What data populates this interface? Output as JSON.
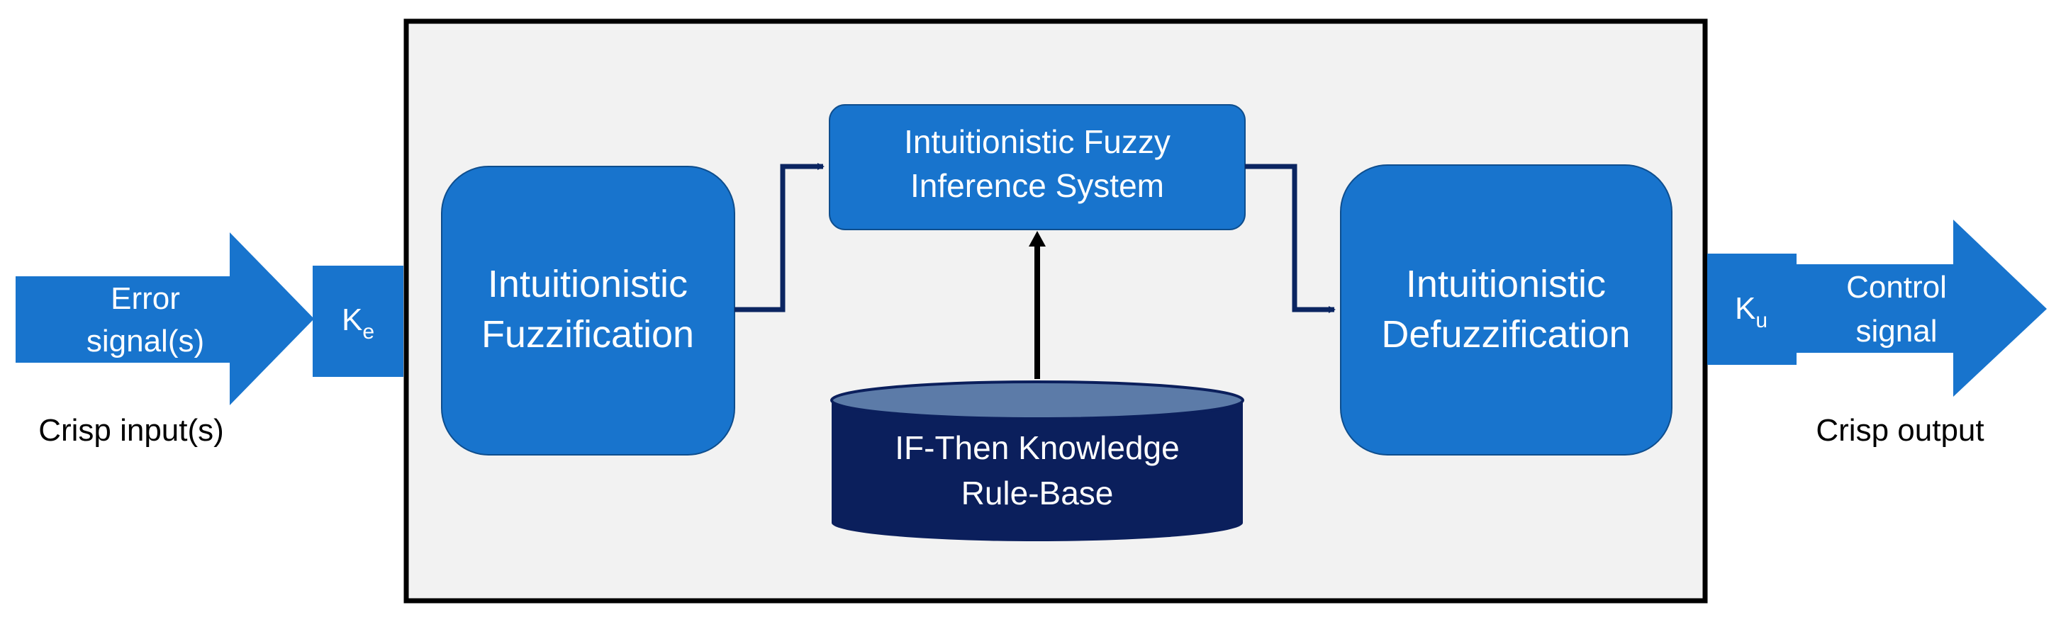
{
  "input": {
    "arrow_line1": "Error",
    "arrow_line2": "signal(s)",
    "caption": "Crisp input(s)",
    "gain_main": "K",
    "gain_sub": "e"
  },
  "output": {
    "arrow_line1": "Control",
    "arrow_line2": "signal",
    "caption": "Crisp output",
    "gain_main": "K",
    "gain_sub": "u"
  },
  "blocks": {
    "fuzzification_line1": "Intuitionistic",
    "fuzzification_line2": "Fuzzification",
    "inference_line1": "Intuitionistic Fuzzy",
    "inference_line2": "Inference System",
    "defuzzification_line1": "Intuitionistic",
    "defuzzification_line2": "Defuzzification",
    "rulebase_line1": "IF-Then Knowledge",
    "rulebase_line2": "Rule-Base"
  },
  "colors": {
    "block_blue": "#1874CD",
    "block_border": "#0E4E8E",
    "database_navy": "#0B1F5C",
    "database_top": "#5C7BA8",
    "connector_navy": "#0B2561",
    "frame_fill": "#F2F2F2",
    "frame_border": "#000000"
  }
}
